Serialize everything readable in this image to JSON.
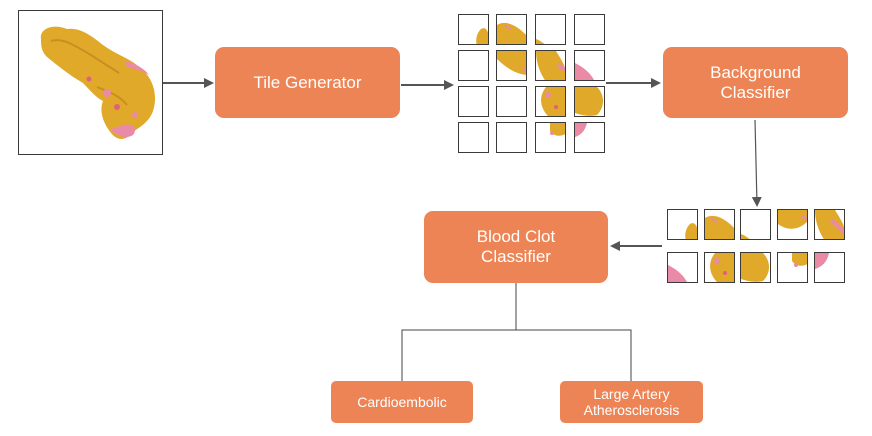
{
  "nodes": {
    "tile_generator": "Tile Generator",
    "background_classifier": "Background\nClassifier",
    "blood_clot_classifier": "Blood Clot\nClassifier",
    "cardioembolic": "Cardioembolic",
    "large_artery": "Large Artery\nAtherosclerosis"
  },
  "colors": {
    "box": "#ec8456",
    "box_text": "#ffffff",
    "arrow": "#555555",
    "clot_main": "#e0a92a",
    "clot_dark": "#c98f1e",
    "clot_pink": "#e98aa6",
    "tile_border": "#3a3a3a"
  },
  "icons": {
    "input_slide": "whole-slide-image-icon",
    "tile_grid": "tile-grid-icon",
    "filtered_tiles": "filtered-tile-grid-icon"
  }
}
